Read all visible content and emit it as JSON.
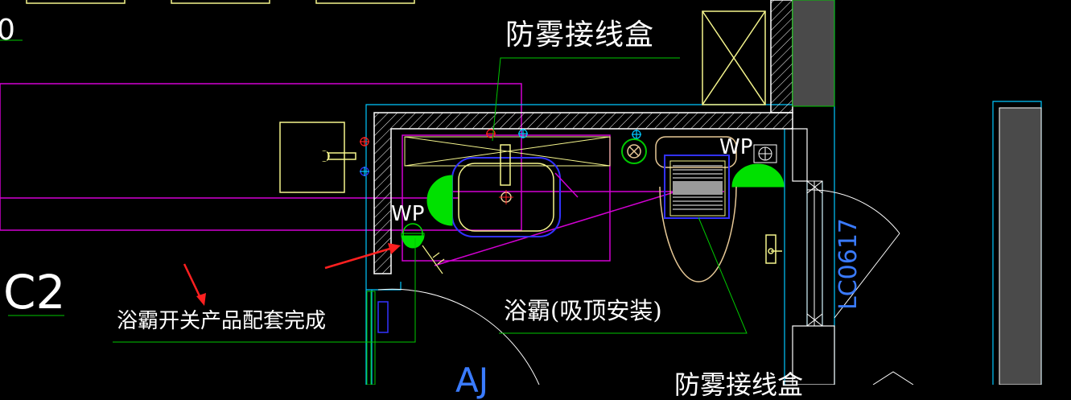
{
  "colors": {
    "background": "#000000",
    "wall": "#ffffff",
    "magenta": "#d200d2",
    "cyan": "#00c8ff",
    "yellow": "#f5f58c",
    "green": "#00c800",
    "bright_green": "#00e100",
    "blue": "#3232ff",
    "red": "#ff2020",
    "grey": "#4a4a4a",
    "tan": "#e6c896",
    "text": "#ffffff"
  },
  "labels": {
    "junction_box_top": "防雾接线盒",
    "junction_box_bottom": "防雾接线盒",
    "bath_heater_ceiling": "浴霸(吸顶安装)",
    "switch_note": "浴霸开关产品配套完成",
    "wp_left": "WP",
    "wp_right": "WP",
    "window_code": "LC0617",
    "grid_c2": "C2",
    "grid_top": "0",
    "grid_a": "AJ"
  },
  "icons": [
    "red-arrow-icon",
    "exhaust-fan-icon",
    "floor-drain-icon",
    "toilet-icon",
    "washbasin-icon",
    "sink-icon",
    "towel-bar-icon",
    "socket-icon"
  ]
}
